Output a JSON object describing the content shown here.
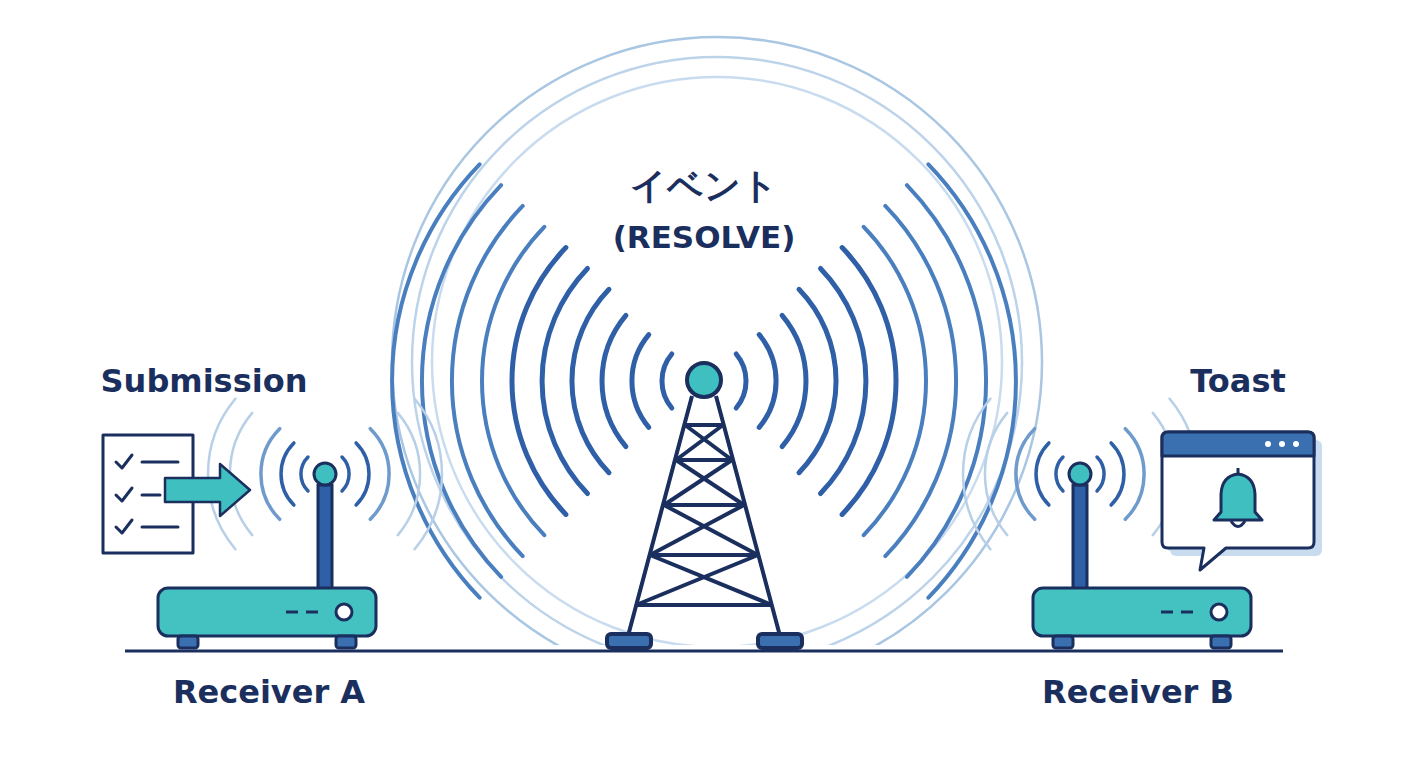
{
  "diagram": {
    "labels": [
      "イベント",
      "(RESOLVE)",
      "Submission",
      "Toast",
      "Receiver A",
      "Receiver B"
    ]
  }
}
